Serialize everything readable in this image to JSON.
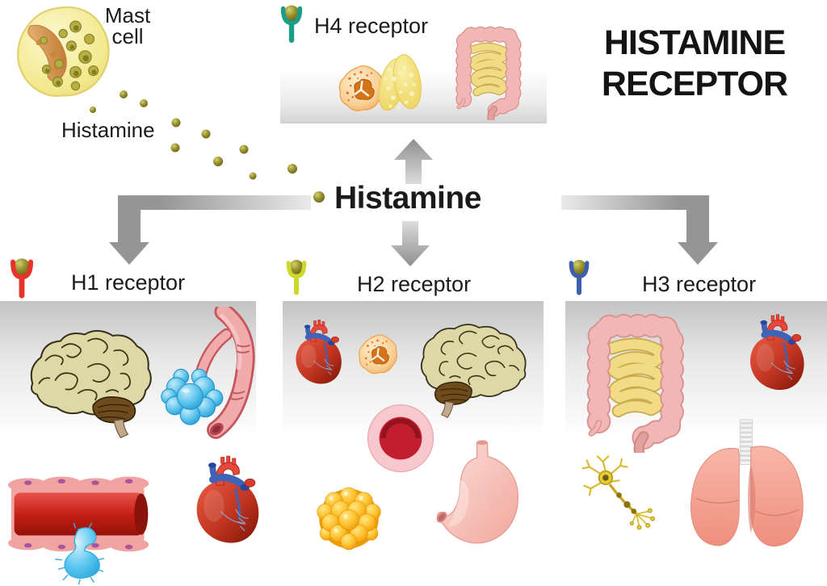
{
  "title": {
    "line1": "HISTAMINE",
    "line2": "RECEPTOR"
  },
  "mast_cell": {
    "name_line1": "Mast",
    "name_line2": "cell",
    "released_label": "Histamine"
  },
  "center": {
    "label": "Histamine"
  },
  "receptors": {
    "h4": {
      "label": "H4 receptor",
      "color": "#1a9e88",
      "organs": [
        "immune-cell",
        "thymus",
        "intestine"
      ]
    },
    "h1": {
      "label": "H1 receptor",
      "color": "#e8332a",
      "organs": [
        "brain",
        "bronchioles-alveoli",
        "blood-vessel-permeability",
        "heart"
      ]
    },
    "h2": {
      "label": "H2 receptor",
      "color": "#ccd92b",
      "organs": [
        "heart",
        "immune-cell",
        "brain",
        "blood-vessel-cross-section",
        "adipose-tissue",
        "stomach"
      ]
    },
    "h3": {
      "label": "H3 receptor",
      "color": "#3d5fae",
      "organs": [
        "intestine",
        "heart",
        "neuron",
        "lungs"
      ]
    }
  },
  "histamine_dot_color": "#8f8a2d",
  "arrow_color": "#9a9a9a"
}
